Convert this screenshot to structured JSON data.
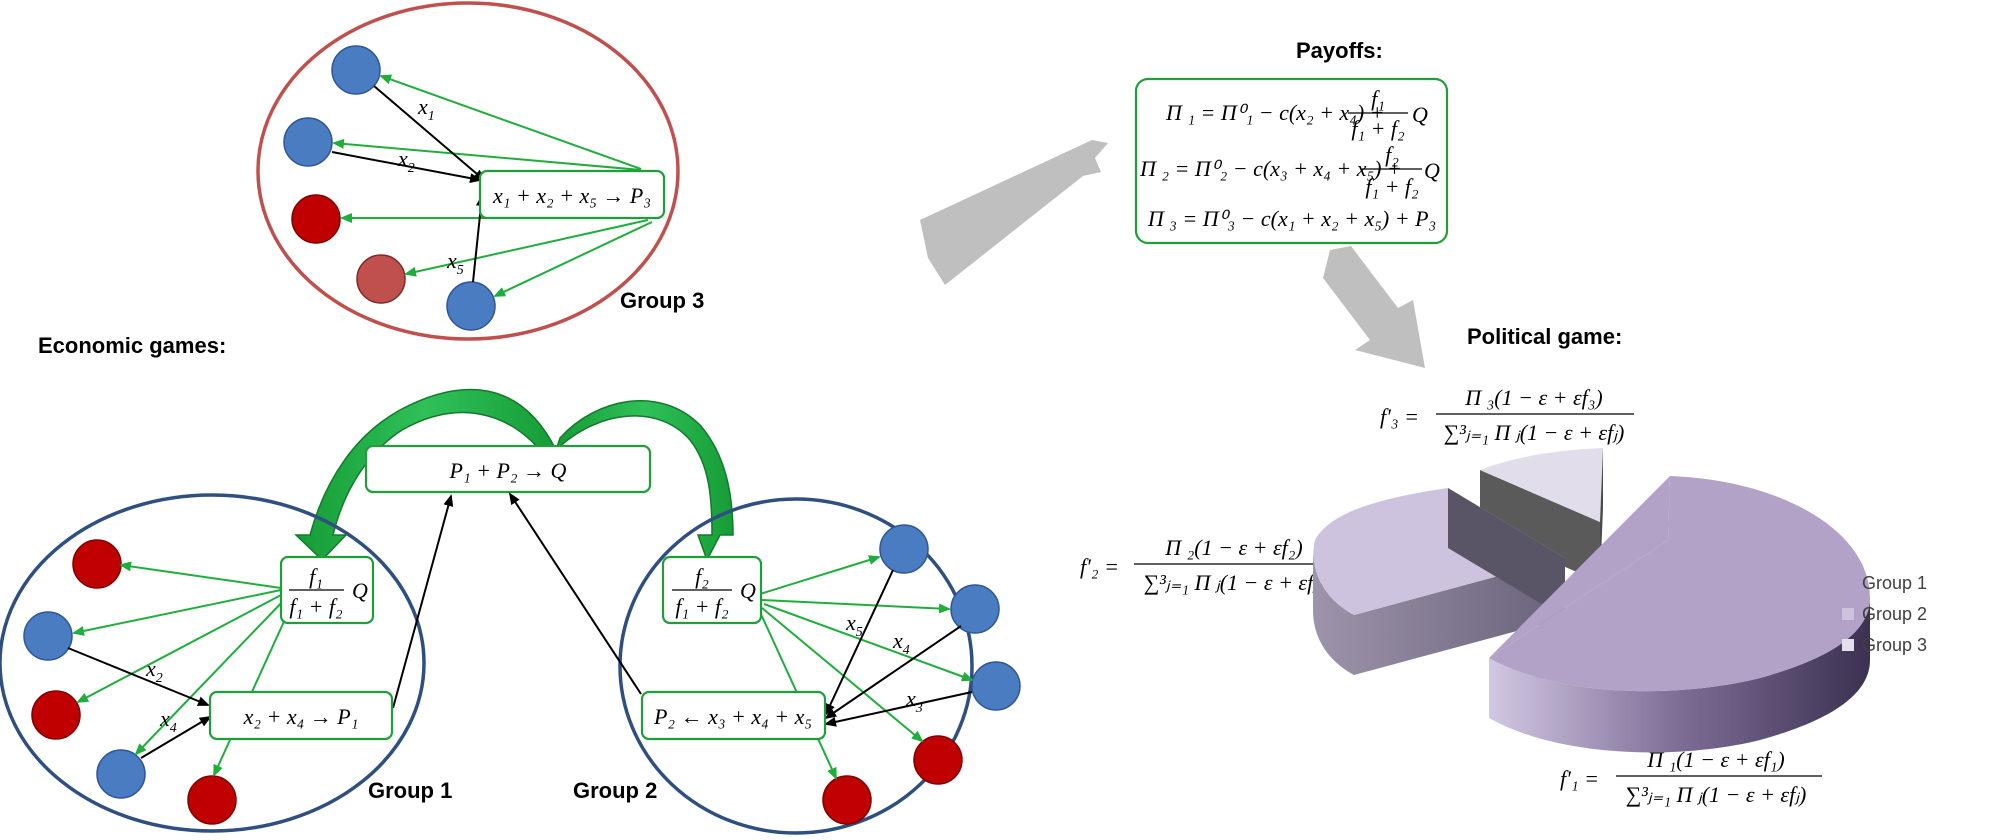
{
  "labels": {
    "economic_games": "Economic games:",
    "payoffs": "Payoffs:",
    "political_game": "Political game:",
    "group1": "Group 1",
    "group2": "Group 2",
    "group3": "Group 3"
  },
  "colors": {
    "group1_circle": "#2e4f7f",
    "group2_circle": "#2e4f7f",
    "group3_circle": "#c0504d",
    "blue_node": "#4a7cc2",
    "red_node": "#c00000",
    "dark_red_node": "#c0504d",
    "green_arrow": "#1fae3c",
    "black_arrow": "#000000",
    "box_border": "#1f9e3a",
    "gray_arrow": "#bfbfbf",
    "pie_group1": "#b3a2c7",
    "pie_group2": "#cdc3de",
    "pie_group3": "#e4dfec"
  },
  "edge_labels": {
    "g3_x1": "x",
    "g3_x1_sub": "1",
    "g3_x2": "x",
    "g3_x2_sub": "2",
    "g3_x5": "x",
    "g3_x5_sub": "5",
    "g1_x2": "x",
    "g1_x2_sub": "2",
    "g1_x4": "x",
    "g1_x4_sub": "4",
    "g2_x3": "x",
    "g2_x3_sub": "3",
    "g2_x4": "x",
    "g2_x4_sub": "4",
    "g2_x5": "x",
    "g2_x5_sub": "5"
  },
  "boxes": {
    "g3_sum": "x₁ + x₂ + x₅ → P₃",
    "q_box": "P₁ + P₂ → Q",
    "g1_sum": "x₂ + x₄ → P₁",
    "g2_sum": "P₂ ← x₃ + x₄ + x₅",
    "g1_share_num": "f₁",
    "g1_share_den": "f₁ + f₂",
    "g1_share_q": "Q",
    "g2_share_num": "f₂",
    "g2_share_den": "f₁ + f₂",
    "g2_share_q": "Q"
  },
  "payoffs": {
    "pi1_lhs": "Π ₁ = Π⁰₁ − c(x₂ + x₄) +",
    "pi1_num": "f₁",
    "pi1_den": "f₁ + f₂",
    "pi1_q": "Q",
    "pi2_lhs": "Π ₂ = Π⁰₂ − c(x₃ + x₄ + x₅) +",
    "pi2_num": "f₂",
    "pi2_den": "f₁ + f₂",
    "pi2_q": "Q",
    "pi3": "Π ₃ = Π⁰₃ − c(x₁ + x₂ + x₅) + P₃"
  },
  "political": {
    "f3_lhs": "f′₃ =",
    "f3_num": "Π ₃(1 − ε + εf₃)",
    "f3_den": "∑³ⱼ₌₁ Π ⱼ(1 − ε + εfⱼ)",
    "f2_lhs": "f′₂ =",
    "f2_num": "Π ₂(1 − ε + εf₂)",
    "f2_den": "∑³ⱼ₌₁ Π ⱼ(1 − ε + εfⱼ)",
    "f1_lhs": "f′₁ =",
    "f1_num": "Π ₁(1 − ε + εf₁)",
    "f1_den": "∑³ⱼ₌₁ Π ⱼ(1 − ε + εfⱼ)"
  },
  "legend": [
    {
      "label": "Group 1",
      "color": "#b3a2c7"
    },
    {
      "label": "Group 2",
      "color": "#cdc3de"
    },
    {
      "label": "Group 3",
      "color": "#e4dfec"
    }
  ]
}
